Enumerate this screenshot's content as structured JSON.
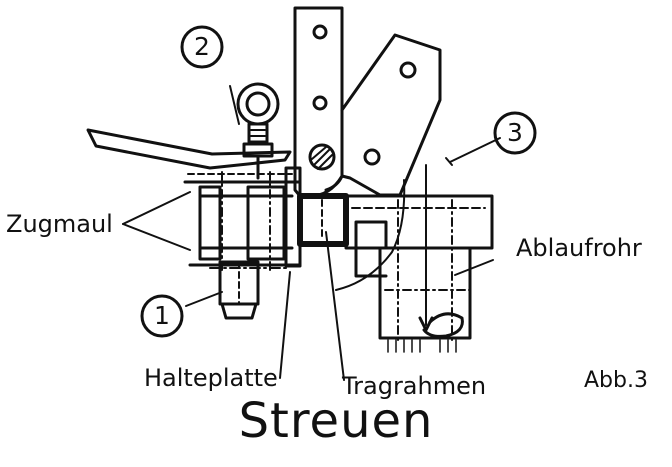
{
  "labels": {
    "zugmaul": "Zugmaul",
    "ablaufrohr": "Ablaufrohr",
    "halteplatte": "Halteplatte",
    "tragrahmen": "Tragrahmen",
    "abb": "Abb.3"
  },
  "callouts": [
    "1",
    "2",
    "3"
  ],
  "title": "Streuen",
  "colors": {
    "ink": "#111111",
    "paper": "#ffffff"
  }
}
